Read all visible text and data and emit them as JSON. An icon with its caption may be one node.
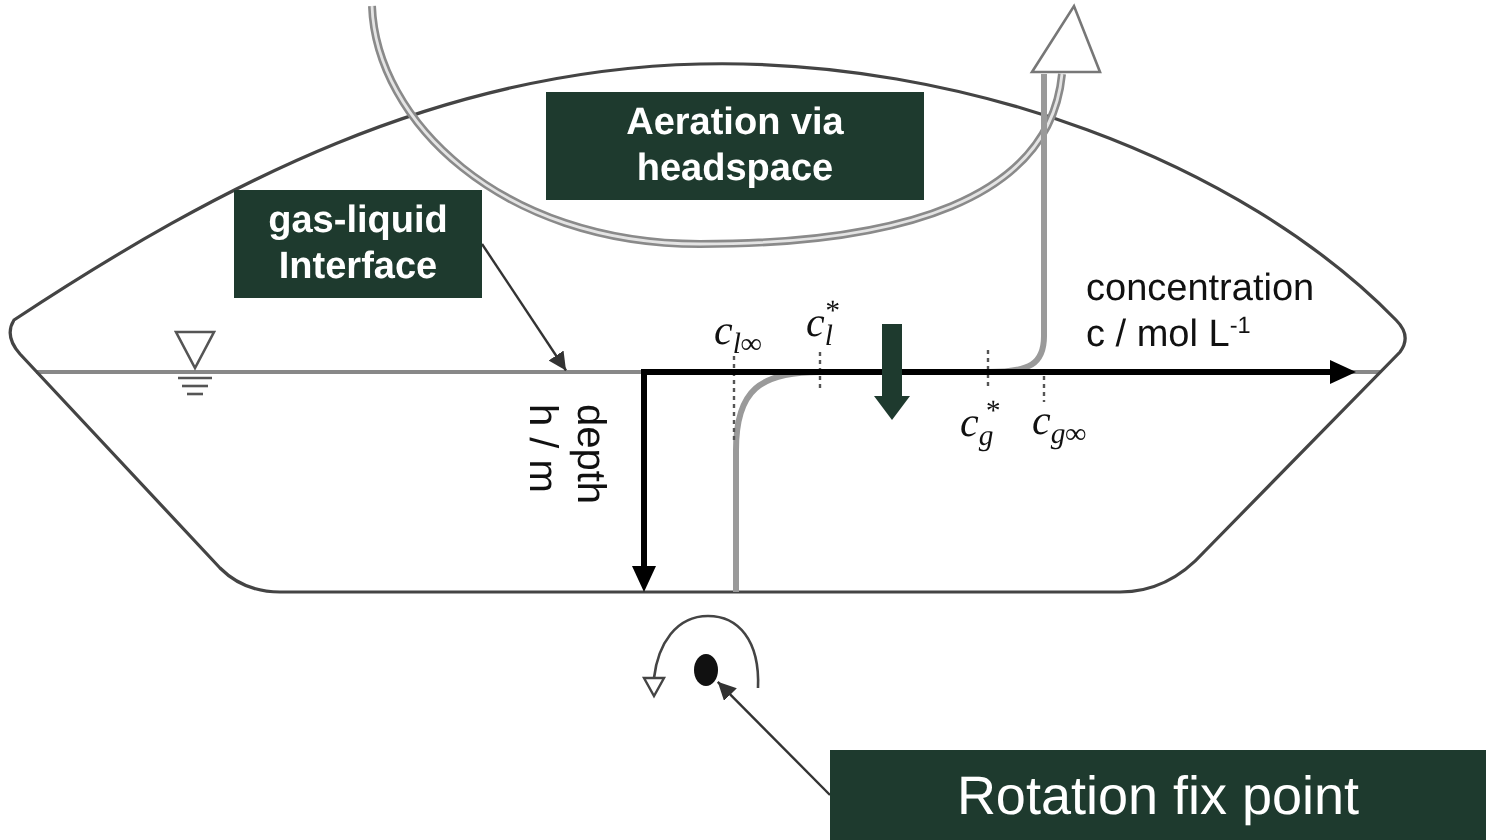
{
  "diagram": {
    "nodes": [
      {
        "text": [
          "Aeration via headspace"
        ]
      },
      {
        "text": [
          "gas-liquid Interface"
        ]
      },
      {
        "text": [
          "Rotation fix point"
        ]
      },
      {
        "text": [],
        "shape": "circle"
      },
      {
        "text": [],
        "shape": "line"
      }
    ],
    "edges": [
      {
        "from": 1,
        "to": 4,
        "arrow": "to"
      },
      {
        "from": 2,
        "to": 3,
        "arrow": "to"
      }
    ],
    "labels": [
      "concentration c / mol L$^{-1}$",
      "c$_{l∞}$",
      "c$_{l}$$^{*}$",
      "c$_{g}$$^{*}$",
      "c$_{g∞}$",
      "depth h / m"
    ]
  }
}
